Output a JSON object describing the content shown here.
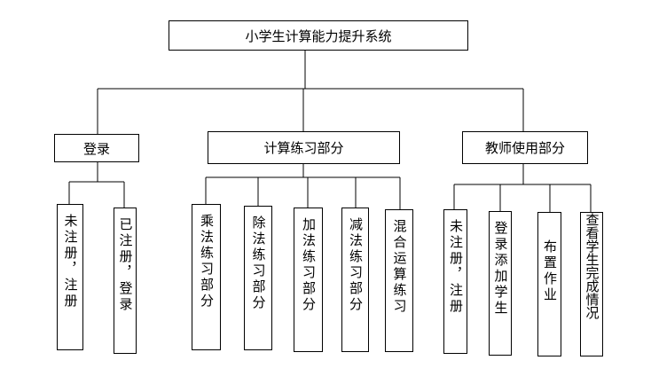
{
  "root": {
    "label": "小学生计算能力提升系统"
  },
  "sections": [
    {
      "label": "登录",
      "children": [
        "未注册，注册",
        "已注册，登录"
      ]
    },
    {
      "label": "计算练习部分",
      "children": [
        "乘法练习部分",
        "除法练习部分",
        "加法练习部分",
        "减法练习部分",
        "混合运算练习"
      ]
    },
    {
      "label": "教师使用部分",
      "children": [
        "未注册，注册",
        "登录添加学生",
        "布置作业",
        "查看学生完成情况"
      ]
    }
  ]
}
